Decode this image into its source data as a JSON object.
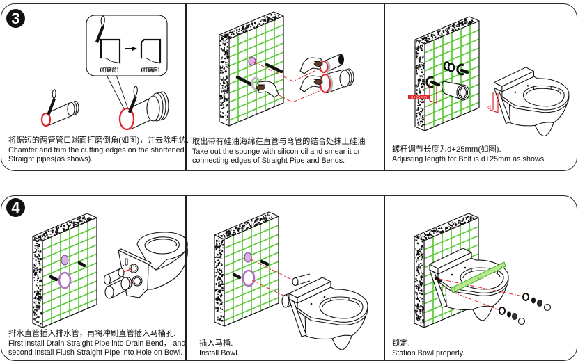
{
  "steps": [
    {
      "number": "3",
      "panels": [
        {
          "caption_zh": "将锯短的两管管口端面打磨倒角(如图)，并去除毛边.",
          "caption_en": [
            "Chamfer and trim the cutting edges on the shortened",
            "Straight pipes(as shows)."
          ],
          "callout": {
            "before_label": "(打磨前)",
            "after_label": "(打磨后)"
          }
        },
        {
          "caption_zh": "取出带有硅油海绵在直管与弯管的结合处抹上硅油",
          "caption_en": [
            "Take out the sponge with silicon oil and smear it on",
            "connecting edges of Straight Pipe and Bends."
          ]
        },
        {
          "caption_zh": "螺杆调节长度为d+25mm(如图).",
          "caption_en": [
            "Adjusting length for Bolt is d+25mm as shows."
          ],
          "dimension_labels": {
            "bolt": "d+25mm",
            "bowl": "d"
          }
        }
      ]
    },
    {
      "number": "4",
      "panels": [
        {
          "caption_zh": "排水直管插入排水管，再将冲刷直管插入马桶孔.",
          "caption_en": [
            "First install Drain Straight Pipe into Drain Bend， and",
            "second install Flush Straight PIpe into Hole on Bowl."
          ]
        },
        {
          "caption_zh": "插入马桶.",
          "caption_en": [
            "Install Bowl."
          ]
        },
        {
          "caption_zh": "锁定.",
          "caption_en": [
            "Station Bowl properly."
          ]
        }
      ]
    }
  ],
  "colors": {
    "frame": "#2a2a2a",
    "tile_grid": "#5cc93a",
    "marking_red": "#e3262c",
    "hole_purple": "#b46cc8",
    "bracket_green": "#b6e88e",
    "badge": "#111111"
  },
  "icons": {
    "step_badge": "filled-circle-number",
    "callout_arrow": "arrow-right-icon"
  }
}
